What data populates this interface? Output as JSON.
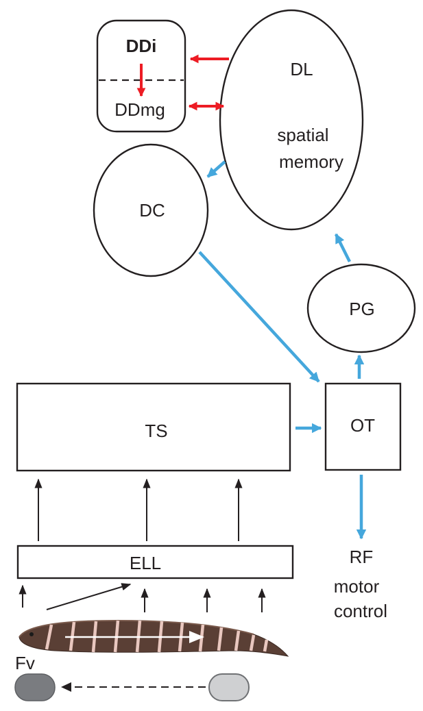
{
  "nodes": {
    "ddi": "DDi",
    "ddmg": "DDmg",
    "dl": "DL",
    "dl_sub1": "spatial",
    "dl_sub2": "memory",
    "dc": "DC",
    "pg": "PG",
    "ts": "TS",
    "ot": "OT",
    "ell": "ELL",
    "rf": "RF",
    "rf_sub1": "motor",
    "rf_sub2": "control",
    "fv": "Fv"
  },
  "colors": {
    "outline": "#231f20",
    "red_arrow": "#ed1c24",
    "blue_arrow": "#45a7dc",
    "object_dark": "#7a7c80",
    "object_light": "#cfd0d2"
  },
  "icons": {
    "fish": "weakly-electric-fish-illustration"
  }
}
